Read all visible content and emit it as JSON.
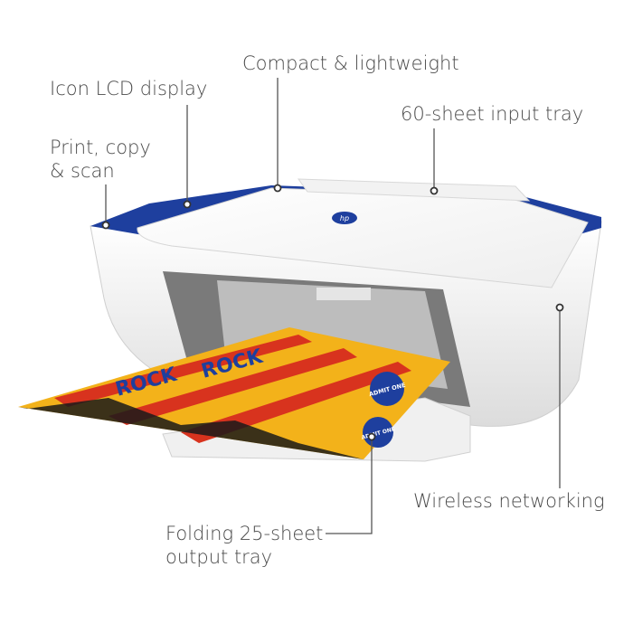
{
  "callouts": {
    "compact": "Compact & lightweight",
    "lcd": "Icon LCD display",
    "input_tray": "60-sheet input tray",
    "print_copy_line1": "Print, copy",
    "print_copy_line2": "& scan",
    "wireless": "Wireless networking",
    "output_line1": "Folding 25-sheet",
    "output_line2": "output tray"
  },
  "product": {
    "brand_logo": "hp",
    "paper_print_text": [
      "ROCK",
      "ADMIT ONE"
    ]
  },
  "colors": {
    "accent_blue": "#1e3f9e",
    "body_white": "#f4f4f4",
    "paper_yellow": "#f3b21a",
    "paper_red": "#d8331e",
    "label_text": "#4a4a4a",
    "leader_line": "#555555"
  }
}
